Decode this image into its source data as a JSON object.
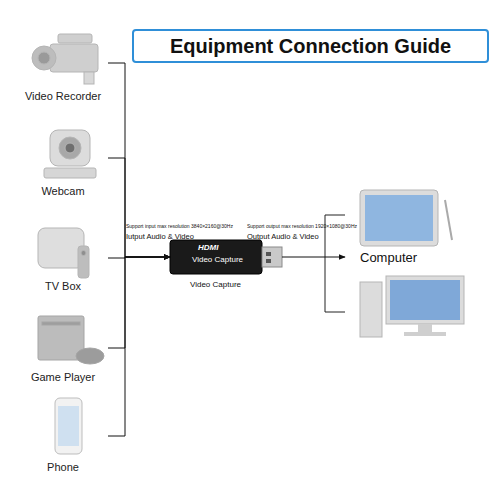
{
  "diagram": {
    "title": "Equipment Connection Guide",
    "nodes": [
      {
        "text": [
          "Video Recorder"
        ]
      },
      {
        "text": [
          "Webcam"
        ]
      },
      {
        "text": [
          "TV Box"
        ]
      },
      {
        "text": [
          "Game Player"
        ]
      },
      {
        "text": [
          "Phone"
        ]
      },
      {
        "text": [
          "HDMI",
          "Video Capture",
          "Video Capture"
        ]
      },
      {
        "text": [
          "Computer"
        ]
      }
    ],
    "edges": [
      {
        "from": 0,
        "to": 5,
        "arrow": "to"
      },
      {
        "from": 1,
        "to": 5,
        "arrow": "to"
      },
      {
        "from": 2,
        "to": 5,
        "arrow": "to"
      },
      {
        "from": 3,
        "to": 5,
        "arrow": "to"
      },
      {
        "from": 4,
        "to": 5,
        "arrow": "to"
      },
      {
        "from": 5,
        "to": 6,
        "arrow": "to"
      }
    ],
    "labels": [
      "Support input max resolution 3840×2160@30Hz",
      "Iutput Audio & Video",
      "Support output max resolution 1920×1080@30Hz",
      "Output Audio & Video"
    ]
  }
}
